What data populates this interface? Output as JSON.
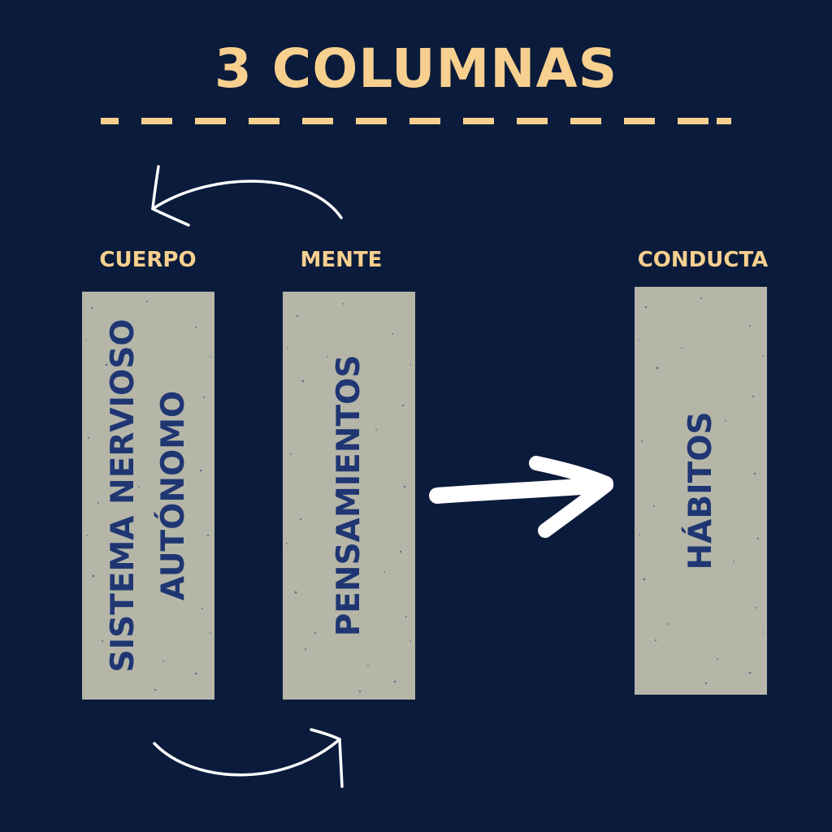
{
  "title": "3 COLUMNAS",
  "columns": [
    {
      "label": "CUERPO",
      "text_lines": [
        "SISTEMA NERVIOSO",
        "AUTÓNOMO"
      ]
    },
    {
      "label": "MENTE",
      "text_lines": [
        "PENSAMIENTOS"
      ]
    },
    {
      "label": "CONDUCTA",
      "text_lines": [
        "HÁBITOS"
      ]
    }
  ],
  "colors": {
    "background": "#0b1b3b",
    "accent": "#f7d08f",
    "column_fill": "#b5b6a8",
    "column_text": "#1f3673",
    "arrow": "#ffffff"
  },
  "icons": {
    "top_arrow": "curved-arrow-left-icon",
    "bottom_arrow": "curved-arrow-right-icon",
    "main_arrow": "arrow-right-icon"
  }
}
